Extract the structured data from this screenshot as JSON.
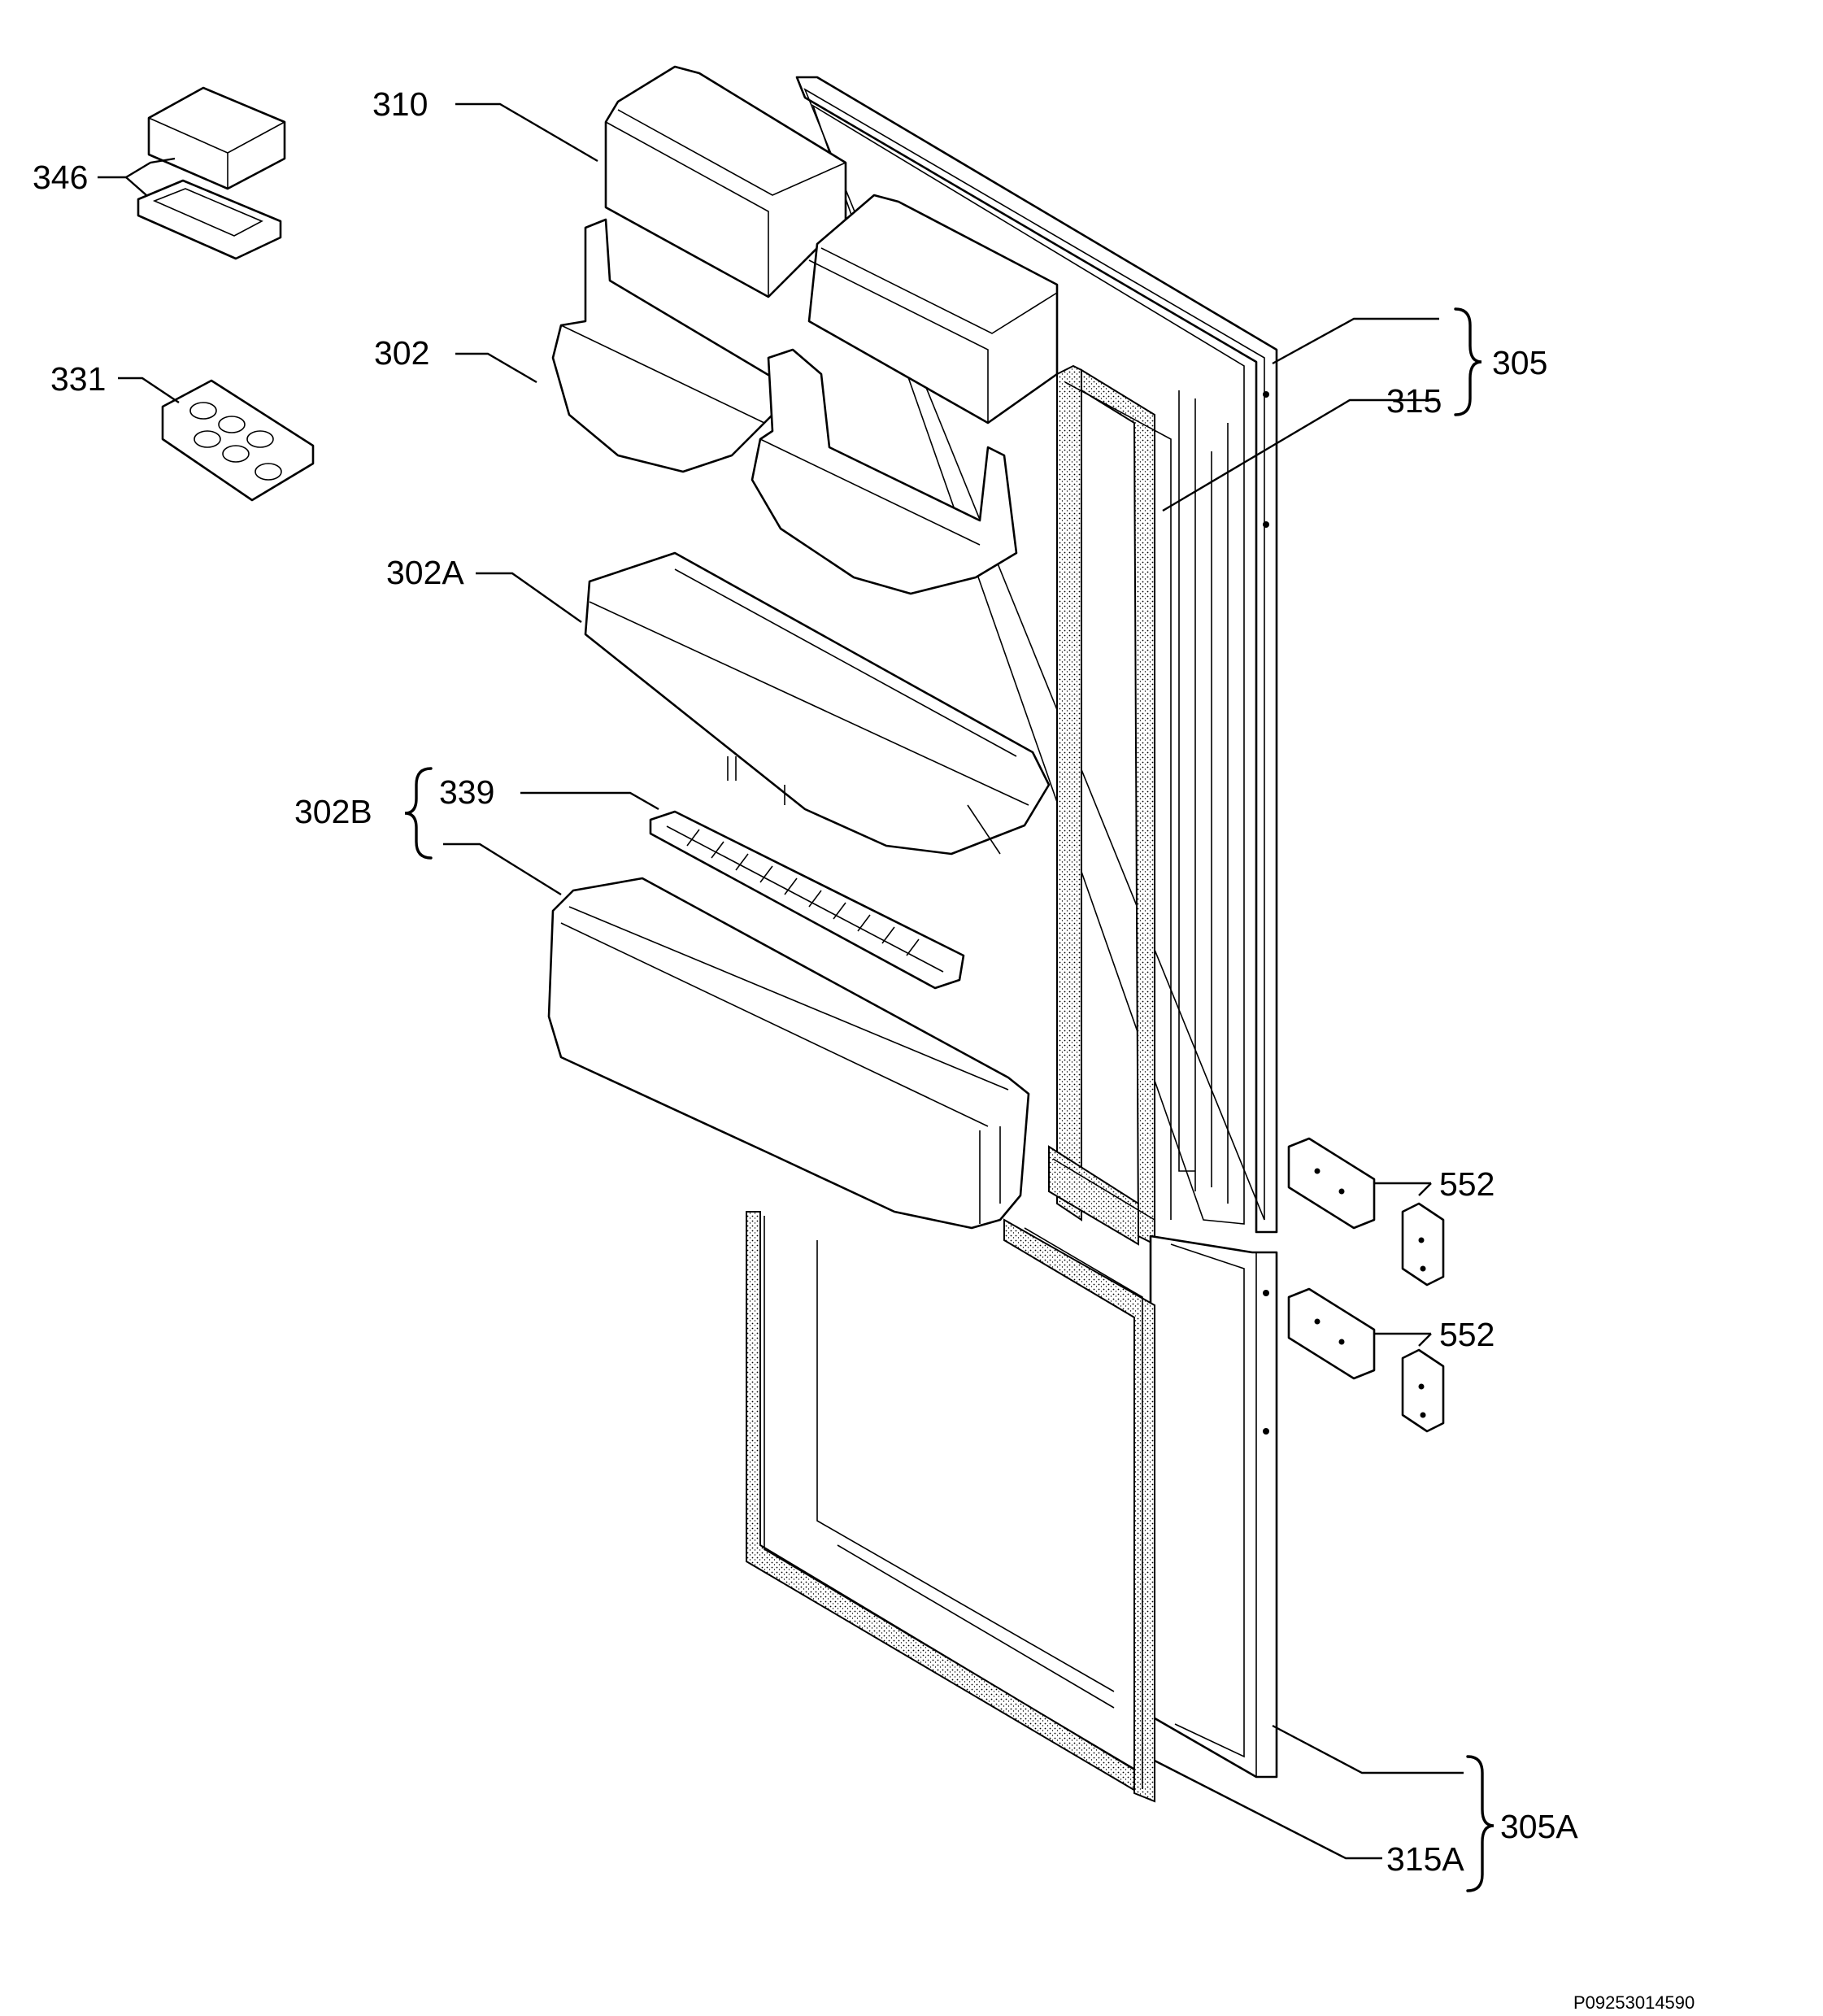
{
  "parts": {
    "p346": "346",
    "p331": "331",
    "p310": "310",
    "p302": "302",
    "p302a": "302A",
    "p302b": "302B",
    "p339": "339",
    "p305": "305",
    "p315": "315",
    "p305a": "305A",
    "p315a": "315A",
    "p552_upper": "552",
    "p552_lower": "552"
  },
  "drawing_number": "P09253014590"
}
